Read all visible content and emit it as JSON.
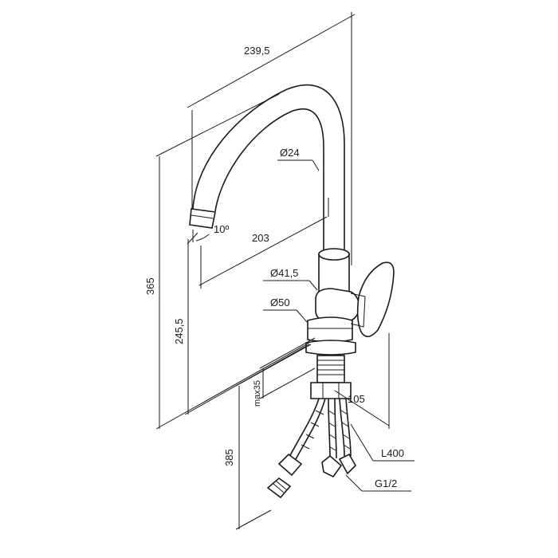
{
  "dimensions": {
    "total_length": "239,5",
    "spout_reach": "203",
    "spout_diameter": "Ø24",
    "spout_angle": "10º",
    "body_diameter": "Ø41,5",
    "base_diameter": "Ø50",
    "total_height": "365",
    "spout_height": "245,5",
    "max_deck_thickness": "max35",
    "handle_offset": "105",
    "shank_length": "385",
    "hose_length": "L400",
    "connection_thread": "G1/2"
  },
  "colors": {
    "line": "#1a1a1a",
    "background": "#ffffff"
  }
}
